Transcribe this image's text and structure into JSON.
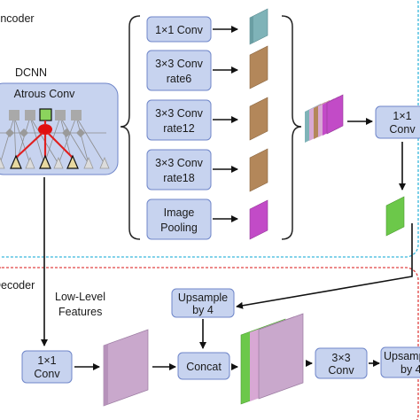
{
  "encoder": {
    "title": "Encoder",
    "dcnn_label": "DCNN",
    "atrous_conv_label": "Atrous Conv",
    "branches": [
      {
        "line1": "1×1 Conv",
        "line2": ""
      },
      {
        "line1": "3×3 Conv",
        "line2": "rate6"
      },
      {
        "line1": "3×3 Conv",
        "line2": "rate12"
      },
      {
        "line1": "3×3 Conv",
        "line2": "rate18"
      },
      {
        "line1": "Image",
        "line2": "Pooling"
      }
    ],
    "fuse_conv": {
      "line1": "1×1",
      "line2": "Conv"
    }
  },
  "decoder": {
    "title": "Decoder",
    "low_level_label": {
      "line1": "Low-Level",
      "line2": "Features"
    },
    "low_conv": {
      "line1": "1×1",
      "line2": "Conv"
    },
    "upsample_top": {
      "line1": "Upsample",
      "line2": "by 4"
    },
    "concat_label": "Concat",
    "conv3": {
      "line1": "3×3",
      "line2": "Conv"
    },
    "upsample_end": {
      "line1": "Upsample",
      "line2": "by 4"
    }
  },
  "colors": {
    "box_fill": "#c7d3ef",
    "box_stroke": "#6f86c9",
    "encoder_border": "#37b7dc",
    "decoder_border": "#e04343",
    "teal_feature": "#7fb3b8",
    "brown_feature": "#b3875a",
    "magenta_feature": "#c24bc7",
    "green_feature": "#6cc84a",
    "mauve_feature": "#c9a8cc"
  }
}
